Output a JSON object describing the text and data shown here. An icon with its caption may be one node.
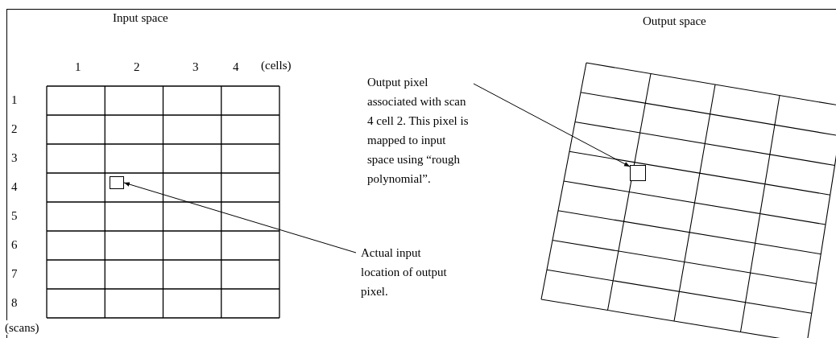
{
  "diagram": {
    "nodes": [
      {
        "text": [
          "Output pixel associated with scan 4 cell 2. This pixel is mapped to input space using “rough polynomial”."
        ]
      },
      {
        "text": [],
        "shape": "box"
      },
      {
        "text": [
          "Actual input location of output pixel."
        ]
      },
      {
        "text": [],
        "shape": "box"
      }
    ],
    "edges": [
      {
        "from": 0,
        "to": 1,
        "arrow": "to"
      },
      {
        "from": 2,
        "to": 3,
        "arrow": "to"
      }
    ],
    "labels": [
      "Input space",
      "Output space",
      "1",
      "2",
      "3",
      "4",
      "(cells)",
      "1",
      "2",
      "3",
      "4",
      "5",
      "6",
      "7",
      "8",
      "(scans)"
    ]
  }
}
